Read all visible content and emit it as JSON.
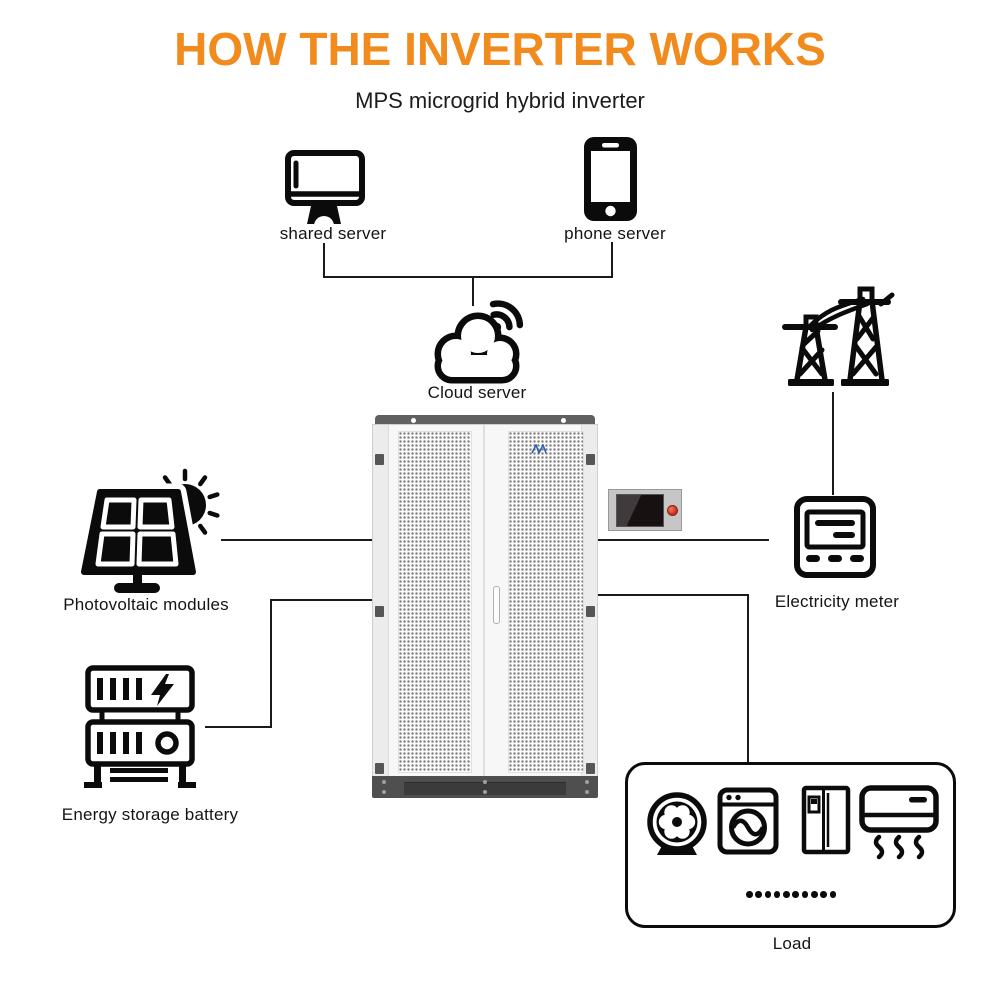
{
  "title": "HOW THE INVERTER WORKS",
  "subtitle": "MPS microgrid hybrid inverter",
  "colors": {
    "accent": "#F28B1E",
    "line": "#1a1a1a",
    "icon": "#0b0b0b"
  },
  "nodes": {
    "shared_server": {
      "label": "shared server",
      "icon": "desktop-monitor-icon"
    },
    "phone_server": {
      "label": "phone server",
      "icon": "smartphone-icon"
    },
    "cloud_server": {
      "label": "Cloud server",
      "icon": "cloud-wifi-icon"
    },
    "power_grid": {
      "icon": "transmission-tower-icon"
    },
    "photovoltaic": {
      "label": "Photovoltaic modules",
      "icon": "solar-panel-sun-icon"
    },
    "electricity_meter": {
      "label": "Electricity meter",
      "icon": "electricity-meter-icon"
    },
    "energy_storage": {
      "label": "Energy storage battery",
      "icon": "battery-rack-icon"
    },
    "inverter": {
      "icon": "inverter-cabinet"
    },
    "load": {
      "label": "Load",
      "appliances": [
        "fan-icon",
        "washing-machine-icon",
        "refrigerator-icon",
        "air-conditioner-icon"
      ],
      "ellipsis_dots": 10
    }
  }
}
